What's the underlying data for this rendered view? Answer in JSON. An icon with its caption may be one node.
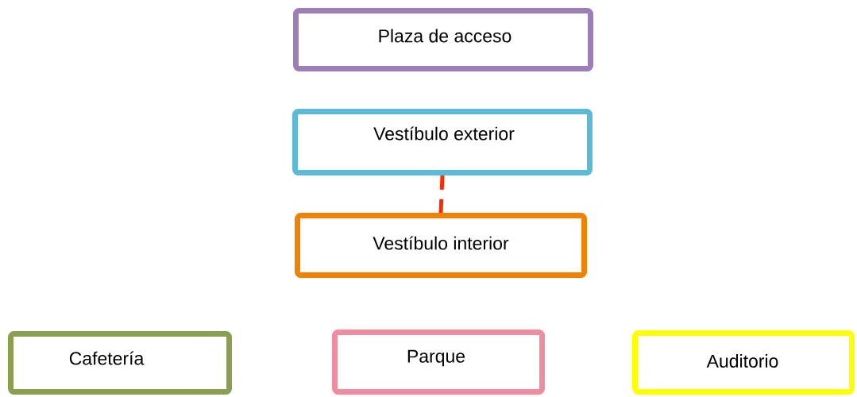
{
  "diagram": {
    "nodes": [
      {
        "text": [
          "Plaza de acceso"
        ]
      },
      {
        "text": [
          "Vestíbulo exterior"
        ]
      },
      {
        "text": [
          "Vestíbulo interior"
        ]
      },
      {
        "text": [
          "Cafetería"
        ]
      },
      {
        "text": [
          "Parque"
        ]
      },
      {
        "text": [
          "Auditorio"
        ]
      }
    ],
    "edges": [
      {
        "from": 1,
        "to": 2,
        "arrow": "none",
        "style": "dashed",
        "color": "#ff2a00"
      }
    ]
  }
}
